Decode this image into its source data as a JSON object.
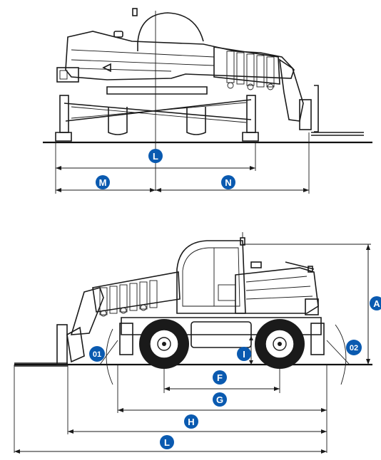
{
  "top_view": {
    "labels": {
      "L": "L",
      "M": "M",
      "N": "N"
    }
  },
  "side_view": {
    "labels": {
      "A": "A",
      "F": "F",
      "G": "G",
      "H": "H",
      "I": "I",
      "L": "L",
      "angle_front": "01",
      "angle_rear": "02"
    }
  },
  "colors": {
    "badge": "#0a5ab0",
    "line": "#1a1a1a"
  }
}
